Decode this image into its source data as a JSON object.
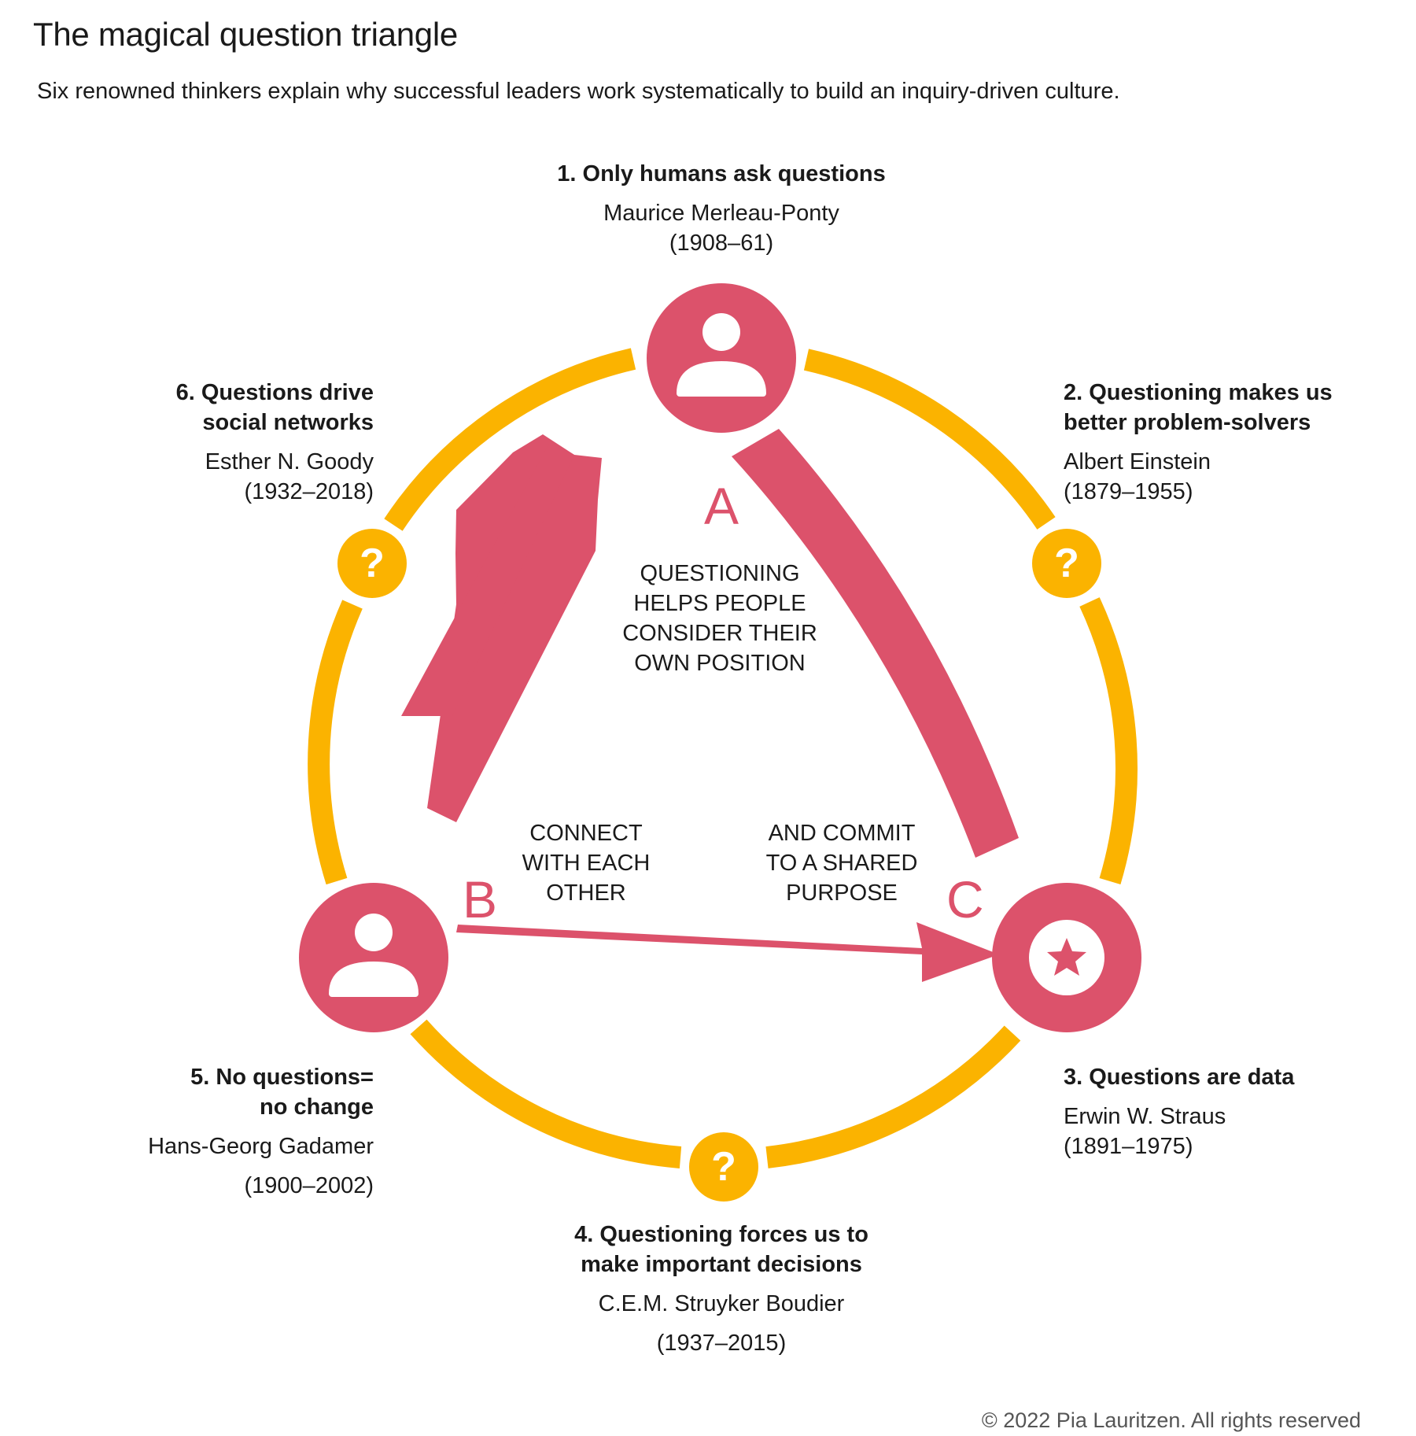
{
  "title": "The magical question triangle",
  "subtitle": "Six renowned thinkers explain why successful leaders work systematically to build an inquiry-driven culture.",
  "colors": {
    "pink": "#dc526b",
    "yellow": "#fbb300",
    "text": "#1a1a1a"
  },
  "nodes": {
    "a": {
      "letter": "A",
      "icon": "person-icon"
    },
    "b": {
      "letter": "B",
      "icon": "person-icon"
    },
    "c": {
      "letter": "C",
      "icon": "star-badge-icon"
    }
  },
  "question_marks": {
    "glyph": "?",
    "icon": "question-mark-icon"
  },
  "inner_labels": {
    "center": "QUESTIONING\nHELPS PEOPLE\nCONSIDER THEIR\nOWN POSITION",
    "left": "CONNECT\nWITH EACH\nOTHER",
    "right": "AND COMMIT\nTO A SHARED\nPURPOSE"
  },
  "thinkers": [
    {
      "heading": "1. Only humans ask questions",
      "name": "Maurice Merleau-Ponty",
      "years": "(1908–61)"
    },
    {
      "heading": "2. Questioning makes us\nbetter problem-solvers",
      "name": "Albert Einstein",
      "years": "(1879–1955)"
    },
    {
      "heading": "3. Questions are data",
      "name": "Erwin W. Straus",
      "years": "(1891–1975)"
    },
    {
      "heading": "4. Questioning forces us to\nmake important decisions",
      "name": "C.E.M. Struyker Boudier",
      "years": "(1937–2015)"
    },
    {
      "heading": "5. No questions=\nno change",
      "name": "Hans-Georg Gadamer",
      "years": "(1900–2002)"
    },
    {
      "heading": "6. Questions drive\nsocial networks",
      "name": "Esther N. Goody",
      "years": "(1932–2018)"
    }
  ],
  "copyright": "© 2022 Pia Lauritzen. All rights reserved"
}
